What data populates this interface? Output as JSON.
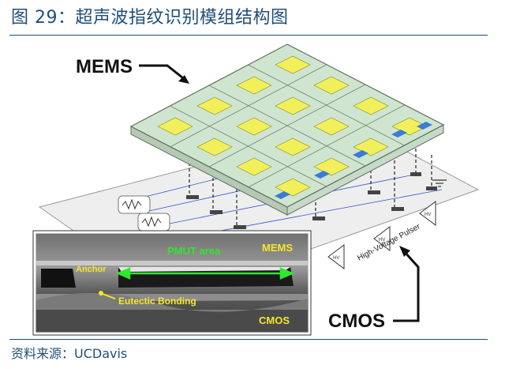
{
  "title": "图 29：超声波指纹识别模组结构图",
  "source": "资料来源：UCDavis",
  "diagram": {
    "mems_label": "MEMS",
    "cmos_label": "CMOS",
    "pulser_label": "High-Voltage Pulser",
    "hv_label": "HV",
    "inset": {
      "pmut_label": "PMUT area",
      "mems_label": "MEMS",
      "anchor_label": "Anchor",
      "bonding_label": "Eutectic Bonding",
      "cmos_label": "CMOS"
    }
  },
  "colors": {
    "title": "#1f4e79",
    "mems_tile": "#cfe5cf",
    "pad_yellow": "#f2f05a",
    "pad_blue": "#3a7bd5",
    "inset_green": "#2ee82e",
    "inset_yellow": "#f5e62a"
  }
}
